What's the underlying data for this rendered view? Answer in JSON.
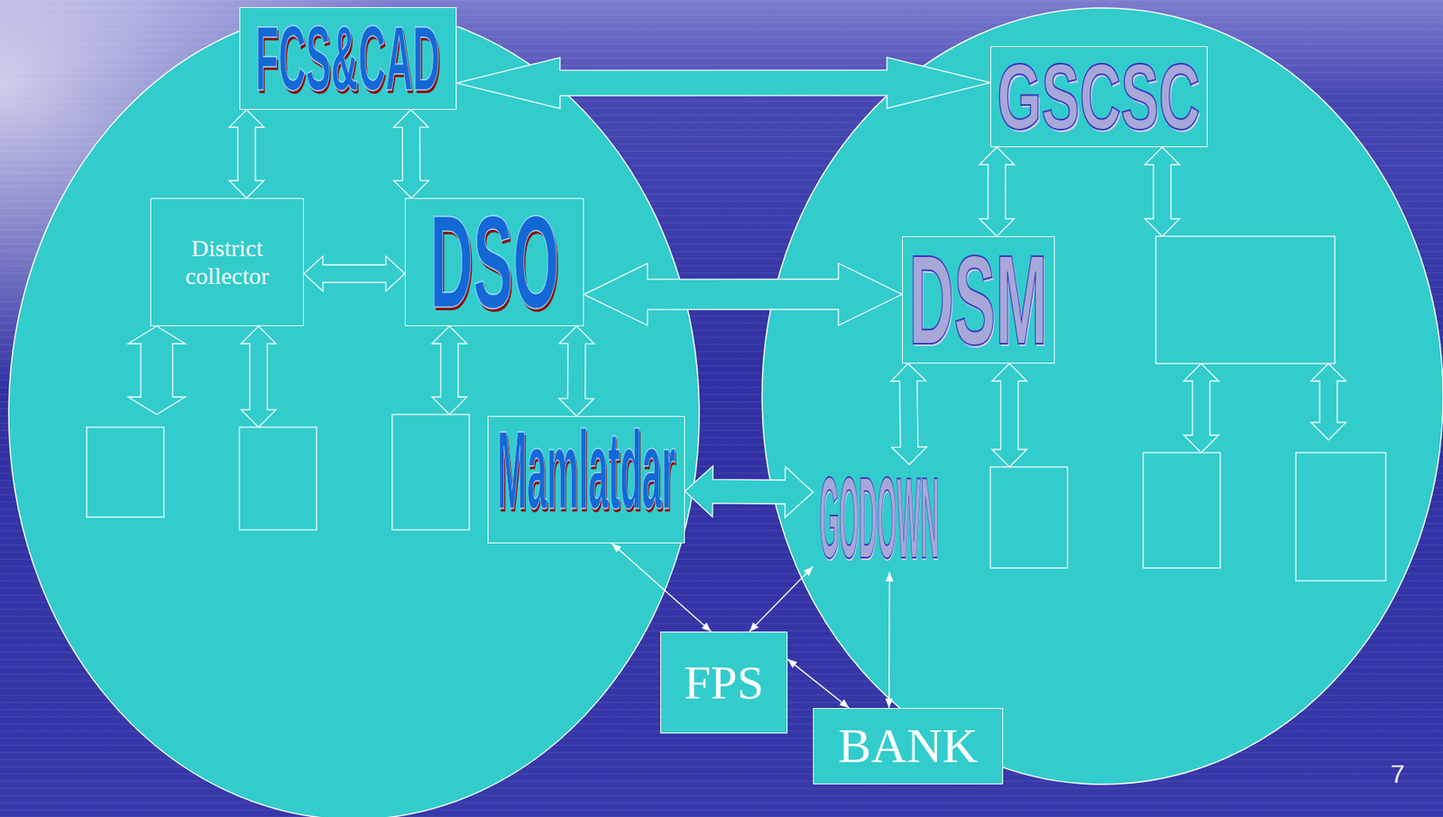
{
  "diagram": {
    "nodes": [
      {
        "text": [
          "FCS&CAD"
        ]
      },
      {
        "text": [
          "GSCSC"
        ]
      },
      {
        "text": [
          "District collector"
        ]
      },
      {
        "text": [
          "DSO"
        ]
      },
      {
        "text": [
          "DSM"
        ]
      },
      {
        "text": [
          "Mamlatdar"
        ]
      },
      {
        "text": [
          "GODOWN"
        ]
      },
      {
        "text": [
          "FPS"
        ]
      },
      {
        "text": [
          "BANK"
        ]
      }
    ],
    "edges": [
      {
        "from": 0,
        "to": 1,
        "arrow": "both"
      },
      {
        "from": 0,
        "to": 2,
        "arrow": "both"
      },
      {
        "from": 0,
        "to": 3,
        "arrow": "both"
      },
      {
        "from": 2,
        "to": 3,
        "arrow": "both"
      },
      {
        "from": 3,
        "to": 4,
        "arrow": "both"
      },
      {
        "from": 1,
        "to": 4,
        "arrow": "both"
      },
      {
        "from": 3,
        "to": 5,
        "arrow": "both"
      },
      {
        "from": 4,
        "to": 6,
        "arrow": "both"
      },
      {
        "from": 5,
        "to": 6,
        "arrow": "both"
      },
      {
        "from": 5,
        "to": 7,
        "arrow": "both"
      },
      {
        "from": 6,
        "to": 7,
        "arrow": "both"
      },
      {
        "from": 6,
        "to": 8,
        "arrow": "both"
      },
      {
        "from": 7,
        "to": 8,
        "arrow": "both"
      }
    ],
    "labels": [
      "7"
    ]
  }
}
